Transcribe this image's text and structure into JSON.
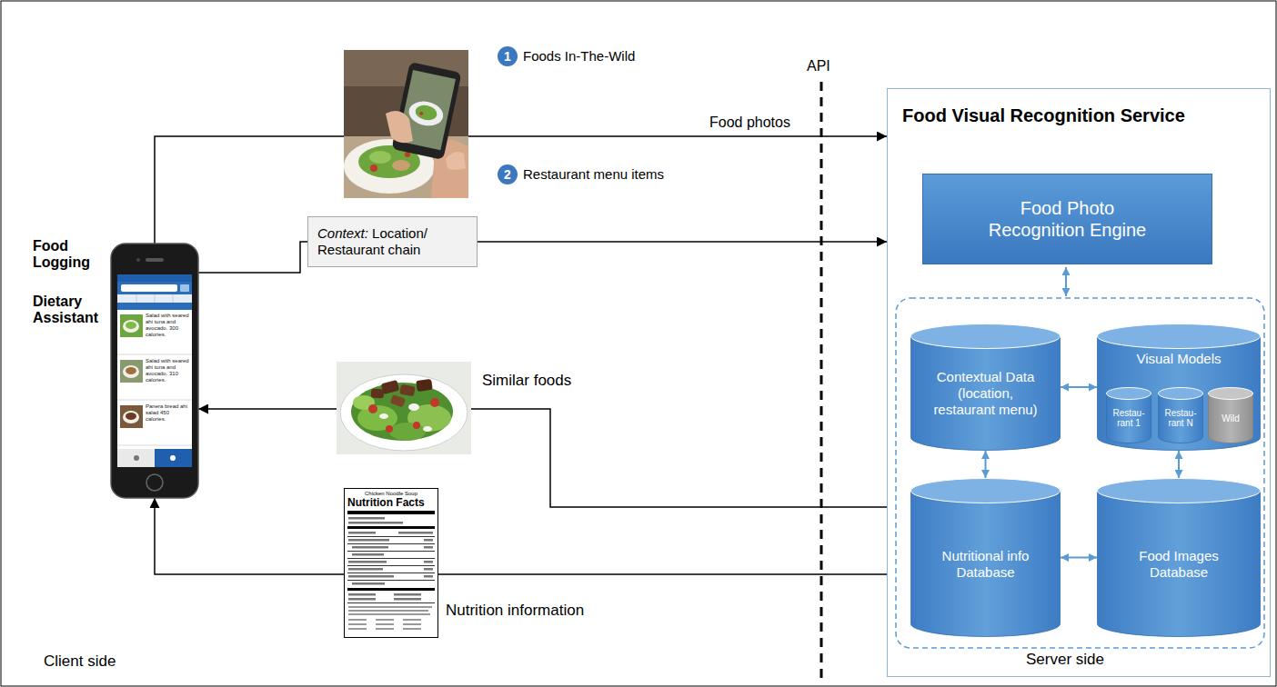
{
  "diagram": {
    "nodes": [
      {
        "text": [
          "Food Logging",
          "Dietary Assistant"
        ]
      },
      {
        "text": [
          "Context: Location/ Restaurant chain"
        ]
      },
      {
        "text": [
          "Food Visual Recognition Service"
        ]
      },
      {
        "text": [
          "Food Photo Recognition Engine"
        ],
        "in": 2
      },
      {
        "text": [
          "Contextual Data (location, restaurant menu)"
        ],
        "in": 2
      },
      {
        "text": [
          "Visual Models"
        ],
        "in": 2
      },
      {
        "text": [
          "Restau- rant 1"
        ],
        "in": 5
      },
      {
        "text": [
          "Restau- rant N"
        ],
        "in": 5
      },
      {
        "text": [
          "Wild"
        ],
        "in": 5
      },
      {
        "text": [
          "Nutritional info Database"
        ],
        "in": 2
      },
      {
        "text": [
          "Food Images Database"
        ],
        "in": 2
      }
    ],
    "edges": [
      {
        "from": 0,
        "to": 2,
        "arrow": "to",
        "label": "Food photos"
      },
      {
        "from": 0,
        "to": 1,
        "arrow": "none"
      },
      {
        "from": 1,
        "to": 2,
        "arrow": "to"
      },
      {
        "from": 2,
        "to": 0,
        "arrow": "to"
      },
      {
        "from": 2,
        "to": 0,
        "arrow": "to"
      },
      {
        "from": 4,
        "to": 5,
        "arrow": "both"
      },
      {
        "from": 4,
        "to": 9,
        "arrow": "both"
      },
      {
        "from": 5,
        "to": 10,
        "arrow": "both"
      },
      {
        "from": 9,
        "to": 10,
        "arrow": "both"
      }
    ],
    "labels": [
      "1",
      "Foods In-The-Wild",
      "2",
      "Restaurant menu items",
      "API",
      "Similar foods",
      "Nutrition information",
      "Chicken Noodle Soup",
      "Nutrition Facts",
      "Salad with seared ahi tuna and avocado. 300 calories.",
      "Salad with seared ahi tuna and avocado. 310 calories.",
      "Panera bread ahi salad 450 calories.",
      "Client side",
      "Server side"
    ]
  }
}
